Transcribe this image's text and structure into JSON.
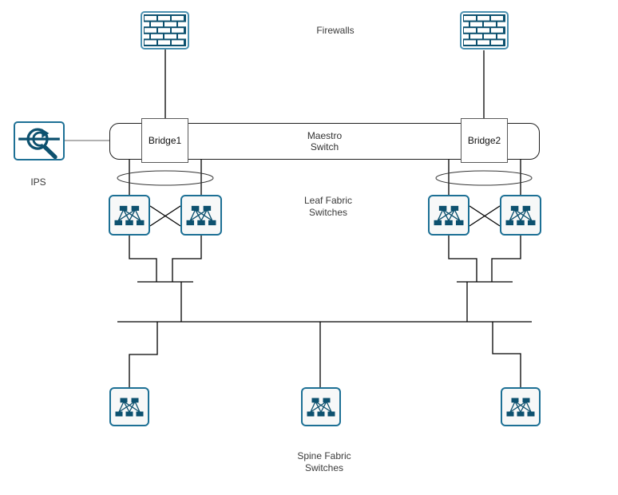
{
  "colors": {
    "icon_teal": "#0d516f",
    "box_border_teal": "#1d7095",
    "switch_box_fill": "#f7f8f8",
    "connector_line": "#000000",
    "ips_connector_line": "#999999",
    "label_text": "#3a3a3a"
  },
  "icons": {
    "firewall": "firewall-brick-wall-icon",
    "ips": "ips-inspection-magnifier-icon",
    "fabric_switch": "fabric-switch-mesh-icon"
  },
  "captions": {
    "firewalls": "Firewalls",
    "ips": "IPS",
    "leaf_line1": "Leaf Fabric",
    "leaf_line2": "Switches",
    "spine_line1": "Spine Fabric",
    "spine_line2": "Switches"
  },
  "nodes": {
    "maestro": {
      "label_line1": "Maestro",
      "label_line2": "Switch"
    },
    "bridge1": {
      "label": "Bridge1"
    },
    "bridge2": {
      "label": "Bridge2"
    },
    "firewall_count": 2,
    "leaf_switch_count": 4,
    "spine_switch_count": 3
  }
}
